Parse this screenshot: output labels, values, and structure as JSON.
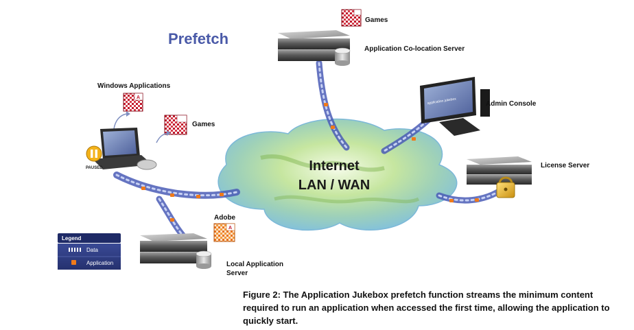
{
  "title": "Prefetch",
  "cloud": {
    "line1": "Internet",
    "line2": "LAN / WAN"
  },
  "nodes": {
    "top_games": "Games",
    "app_colocation": "Application Co-location Server",
    "admin_console": "Admin Console",
    "license_server": "License Server",
    "windows_apps": "Windows Applications",
    "client_games": "Games",
    "paused": "PAUSED",
    "adobe": "Adobe",
    "local_server_line1": "Local Application",
    "local_server_line2": "Server"
  },
  "legend": {
    "title": "Legend",
    "items": [
      {
        "label": "Data"
      },
      {
        "label": "Application"
      }
    ]
  },
  "caption": "Figure 2: The Application Jukebox prefetch function streams the minimum content required to run an application when accessed the first time, allowing the application to quickly start.",
  "colors": {
    "title": "#4a5aa8",
    "stream": "#5a6cc0",
    "app_block": "#f07a1a",
    "legend_dark": "#1e2a66",
    "legend_mid": "#2f3f8a",
    "cloud_green": "#8fc45a",
    "cloud_blue": "#8ec8e8"
  }
}
